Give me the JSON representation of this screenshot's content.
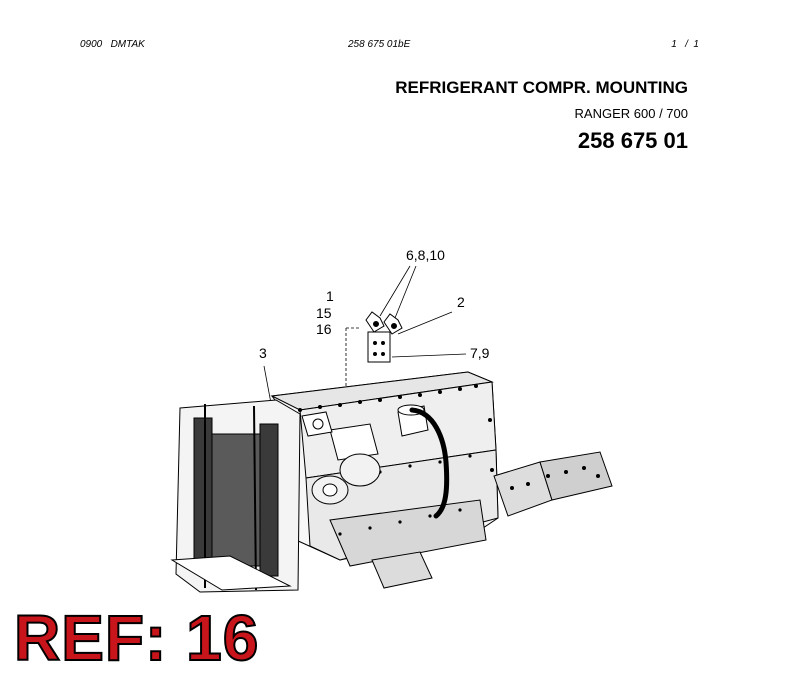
{
  "header": {
    "left": "0900   DMTAK",
    "center": "258 675 01bE",
    "right": "1   /  1"
  },
  "title": {
    "main": "REFRIGERANT COMPR. MOUNTING",
    "model": "RANGER 600 / 700",
    "part_number": "258 675 01"
  },
  "callouts": {
    "c6810": "6,8,10",
    "c1": "1",
    "c15": "15",
    "c16": "16",
    "c2": "2",
    "c3": "3",
    "c79": "7,9"
  },
  "ref_label": "REF: 16"
}
